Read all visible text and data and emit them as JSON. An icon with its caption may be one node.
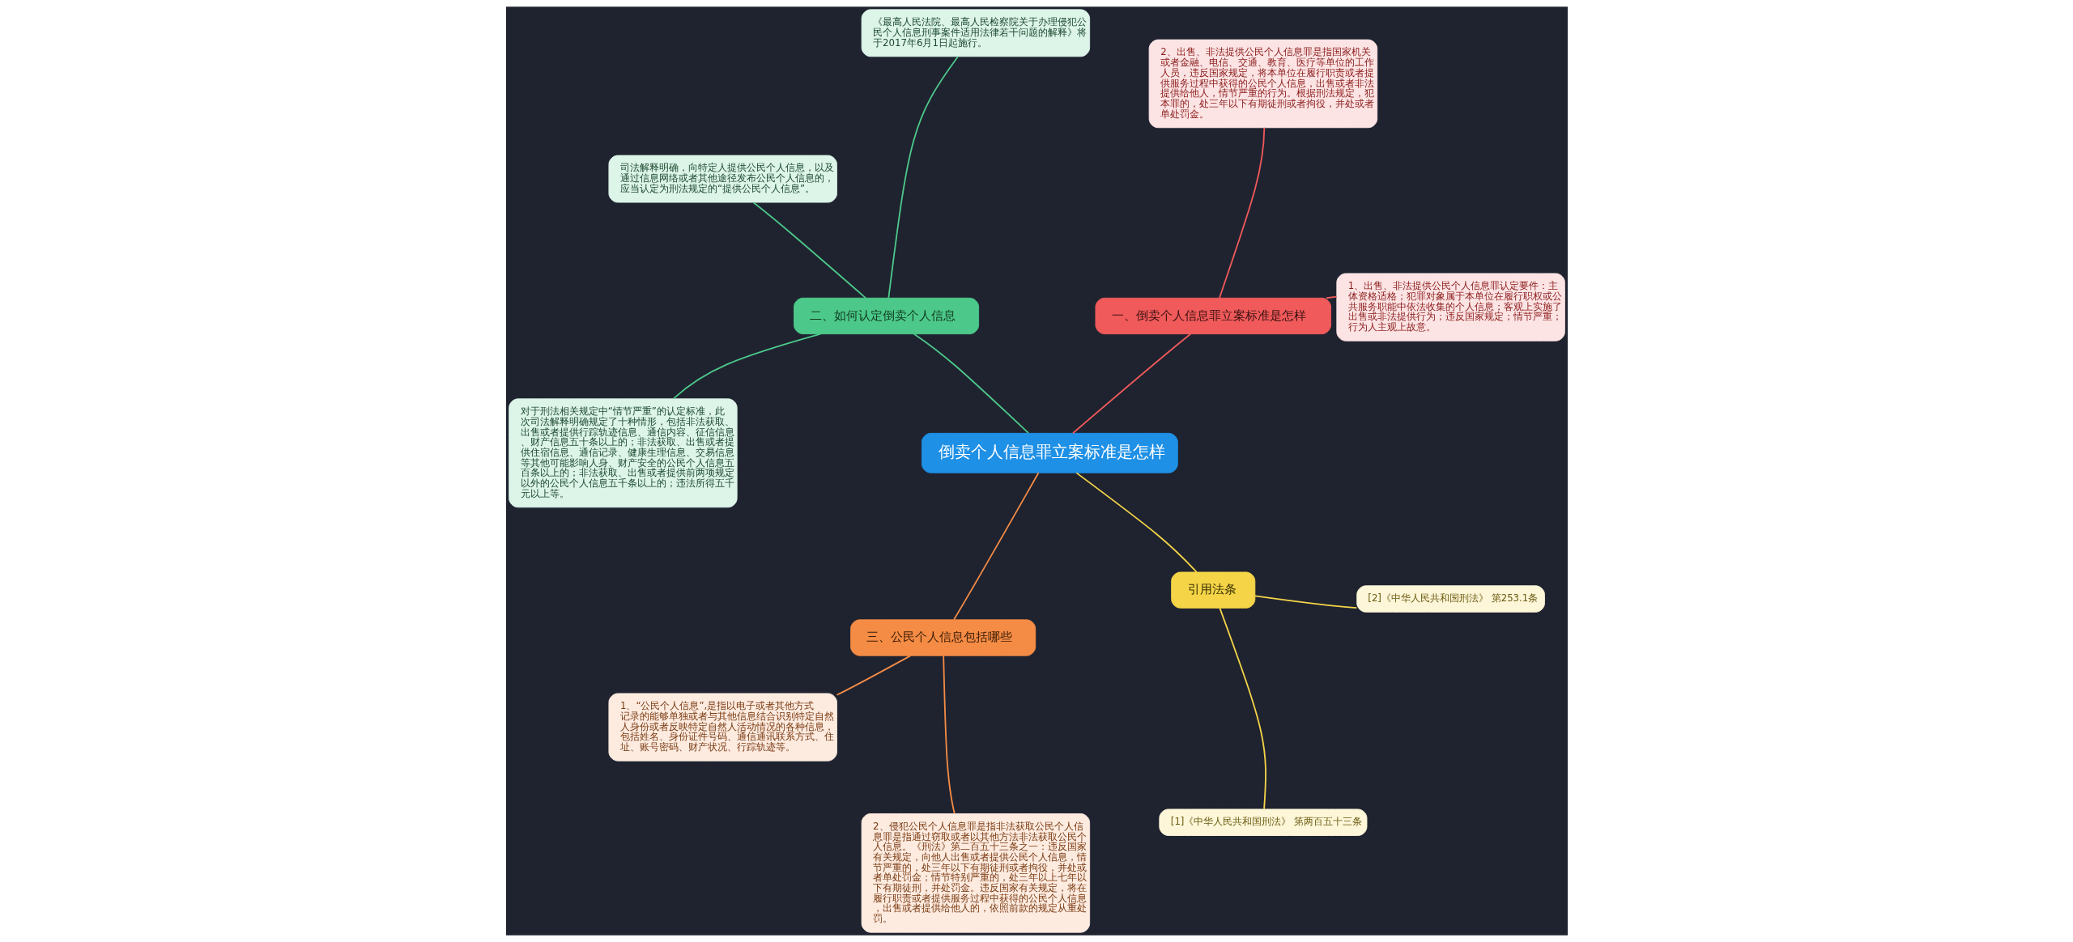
{
  "diagram": {
    "nodes": [
      {
        "text": [
          "倒卖个人信息罪立案标准是怎样"
        ]
      },
      {
        "text": [
          "一、倒卖个人信息罪立案标准是怎样"
        ]
      },
      {
        "text": [
          "1、出售、非法提供公民个人信息罪认定要件：主体资格适格；犯罪对象属于本单位在履行职权或公共服务职能中依法收集的个人信息；客观上实施了出售或非法提供行为；违反国家规定；情节严重；行为人主观上故意。"
        ]
      },
      {
        "text": [
          "2、出售、非法提供公民个人信息罪是指国家机关或者金融、电信、交通、教育、医疗等单位的工作人员，违反国家规定，将本单位在履行职责或者提供服务过程中获得的公民个人信息，出售或者非法提供给他人，情节严重的行为。根据刑法规定，犯本罪的，处三年以下有期徒刑或者拘役，并处或者单处罚金。"
        ]
      },
      {
        "text": [
          "二、如何认定倒卖个人信息"
        ]
      },
      {
        "text": [
          "《最高人民法院、最高人民检察院关于办理侵犯公民个人信息刑事案件适用法律若干问题的解释》将于2017年6月1日起施行。"
        ]
      },
      {
        "text": [
          "司法解释明确，向特定人提供公民个人信息，以及通过信息网络或者其他途径发布公民个人信息的，应当认定为刑法规定的“提供公民个人信息”。"
        ]
      },
      {
        "text": [
          "对于刑法相关规定中“情节严重”的认定标准，此次司法解释明确规定了十种情形，包括非法获取、出售或者提供行踪轨迹信息、通信内容、征信信息、财产信息五十条以上的；非法获取、出售或者提供住宿信息、通信记录、健康生理信息、交易信息等其他可能影响人身、财产安全的公民个人信息五百条以上的；非法获取、出售或者提供前两项规定以外的公民个人信息五千条以上的；违法所得五千元以上等。"
        ]
      },
      {
        "text": [
          "三、公民个人信息包括哪些"
        ]
      },
      {
        "text": [
          "1、“公民个人信息”,是指以电子或者其他方式记录的能够单独或者与其他信息结合识别特定自然人身份或者反映特定自然人活动情况的各种信息，包括姓名、身份证件号码、通信通讯联系方式、住址、账号密码、财产状况、行踪轨迹等。"
        ]
      },
      {
        "text": [
          "2、侵犯公民个人信息罪是指非法获取公民个人信息罪是指通过窃取或者以其他方法非法获取公民个人信息。《刑法》第二百五十三条之一：违反国家有关规定，向他人出售或者提供公民个人信息，情节严重的，处三年以下有期徒刑或者拘役，并处或者单处罚金；情节特别严重的，处三年以上七年以下有期徒刑，并处罚金。违反国家有关规定，将在履行职责或者提供服务过程中获得的公民个人信息，出售或者提供给他人的，依照前款的规定从重处罚。"
        ]
      },
      {
        "text": [
          "引用法条"
        ]
      },
      {
        "text": [
          "[1]《中华人民共和国刑法》 第两百五十三条"
        ]
      },
      {
        "text": [
          "[2]《中华人民共和国刑法》 第253.1条"
        ]
      }
    ],
    "edges": [
      {
        "from": 0,
        "to": 1,
        "arrow": "none",
        "color": "#f05a5a"
      },
      {
        "from": 1,
        "to": 2,
        "arrow": "none",
        "color": "#f05a5a"
      },
      {
        "from": 1,
        "to": 3,
        "arrow": "none",
        "color": "#f05a5a"
      },
      {
        "from": 0,
        "to": 4,
        "arrow": "none",
        "color": "#4cc98a"
      },
      {
        "from": 4,
        "to": 5,
        "arrow": "none",
        "color": "#4cc98a"
      },
      {
        "from": 4,
        "to": 6,
        "arrow": "none",
        "color": "#4cc98a"
      },
      {
        "from": 4,
        "to": 7,
        "arrow": "none",
        "color": "#4cc98a"
      },
      {
        "from": 0,
        "to": 8,
        "arrow": "none",
        "color": "#f58c45"
      },
      {
        "from": 8,
        "to": 9,
        "arrow": "none",
        "color": "#f58c45"
      },
      {
        "from": 8,
        "to": 10,
        "arrow": "none",
        "color": "#f58c45"
      },
      {
        "from": 0,
        "to": 11,
        "arrow": "none",
        "color": "#f5d547"
      },
      {
        "from": 11,
        "to": 12,
        "arrow": "none",
        "color": "#f5d547"
      },
      {
        "from": 11,
        "to": 13,
        "arrow": "none",
        "color": "#f5d547"
      }
    ]
  }
}
